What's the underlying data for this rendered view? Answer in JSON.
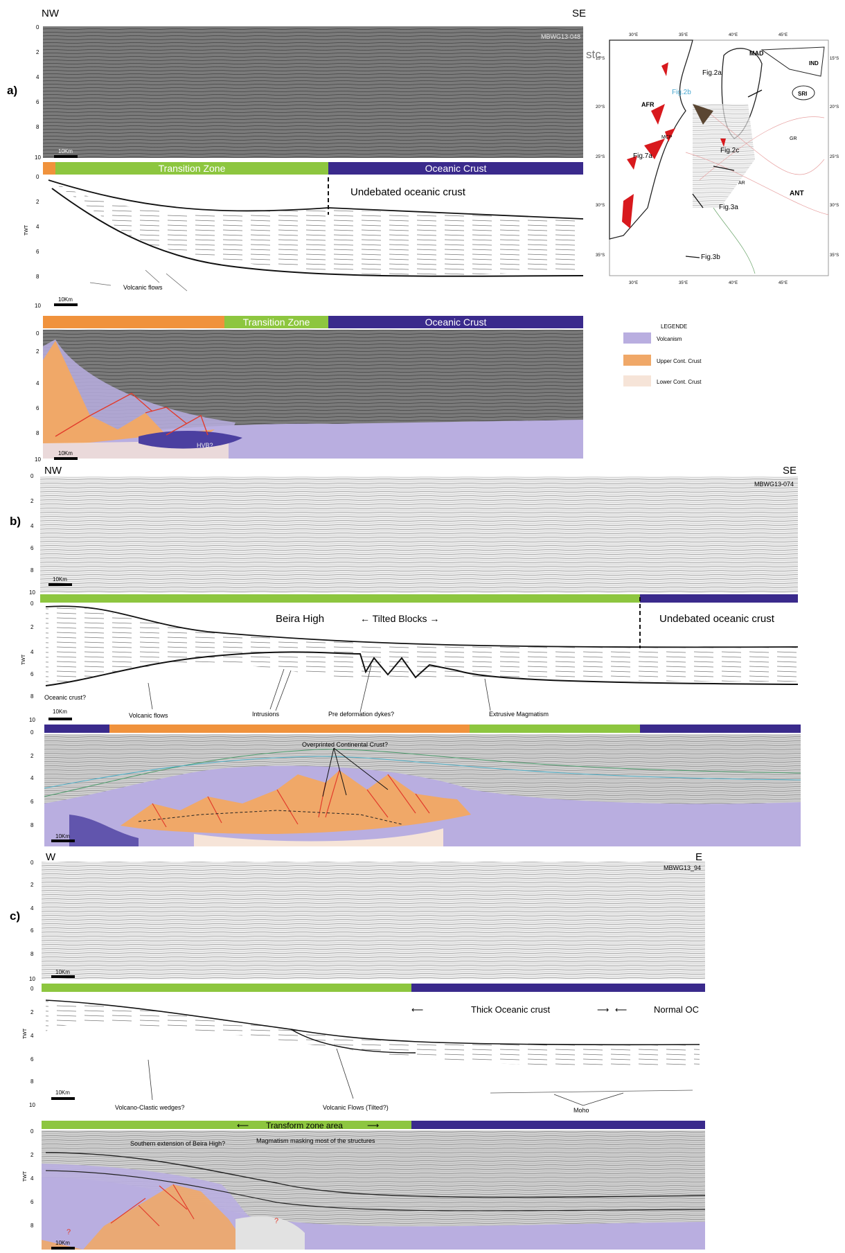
{
  "colors": {
    "transition": "#8dc63f",
    "oceanic": "#3a2a8c",
    "upper_crust": "#f0a868",
    "volcanism": "#b9aee0",
    "lower_crust": "#f6e4d8",
    "orange_bar": "#f0923c",
    "seismic_bg": "#d6d6d6",
    "fault": "#e23b2b"
  },
  "panel_a": {
    "label": "a)",
    "dir_left": "NW",
    "dir_right": "SE",
    "line_id": "MBWG13-048",
    "scale": "10Km",
    "bar1": {
      "transition": "Transition Zone",
      "oceanic": "Oceanic Crust"
    },
    "interp_text": {
      "undebated": "Undebated oceanic crust",
      "volcanic_flows": "Volcanic flows"
    },
    "bar2": {
      "transition": "Transition Zone",
      "oceanic": "Oceanic Crust"
    },
    "hvb": "HVB?"
  },
  "axis": {
    "ylabel": "TWT",
    "ticks": [
      "0",
      "2",
      "4",
      "6",
      "8",
      "10"
    ]
  },
  "map": {
    "lon_labels": [
      "30°E",
      "35°E",
      "40°E",
      "45°E"
    ],
    "lat_labels": [
      "15°S",
      "20°S",
      "25°S",
      "30°S",
      "35°S"
    ],
    "regions": [
      "AFR",
      "MAD",
      "IND",
      "SRI",
      "MCP",
      "GR",
      "AR",
      "ANT"
    ],
    "fig_labels": [
      "Fig.2a",
      "Fig.2b",
      "Fig.2c",
      "Fig.7a",
      "Fig.3a",
      "Fig.3b"
    ],
    "overlay_text": "stc"
  },
  "legend": {
    "title": "LEGENDE",
    "items": [
      "Volcanism",
      "Upper Cont. Crust",
      "Lower Cont. Crust"
    ]
  },
  "panel_b": {
    "label": "b)",
    "dir_left": "NW",
    "dir_right": "SE",
    "line_id": "MBWG13-074",
    "scale": "10Km",
    "interp_text": {
      "beira": "Beira High",
      "tilted": "← Tilted Blocks →",
      "undebated": "Undebated oceanic crust",
      "oc_q": "Oceanic crust?",
      "volcanic_flows": "Volcanic flows",
      "intrusions": "Intrusions",
      "dykes": "Pre deformation dykes?",
      "extrusive": "Extrusive Magmatism"
    },
    "overprinted": "Overprinted Continental Crust?"
  },
  "panel_c": {
    "label": "c)",
    "dir_left": "W",
    "dir_right": "E",
    "line_id": "MBWG13_94",
    "scale": "10Km",
    "interp_text": {
      "thick_oc": "Thick Oceanic crust",
      "normal_oc": "Normal OC",
      "volcano_clastic": "Volcano-Clastic wedges?",
      "volcanic_flows": "Volcanic Flows (Tilted?)",
      "moho": "Moho"
    },
    "transform": "Transform zone area",
    "southern": "Southern extension of Beira High?",
    "masking": "Magmatism masking most of the structures",
    "q1": "?",
    "q2": "?"
  }
}
